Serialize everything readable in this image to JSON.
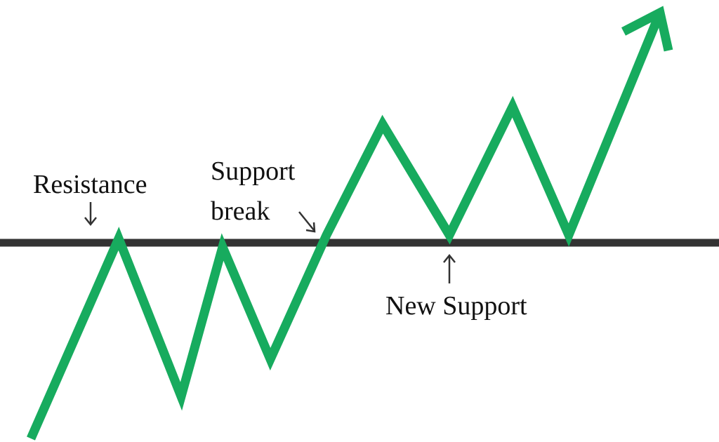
{
  "labels": {
    "resistance": "Resistance",
    "support_break_line1": "Support",
    "support_break_line2": "break",
    "new_support": "New Support"
  },
  "colors": {
    "price_line": "#17ab5e",
    "level_line": "#333333",
    "text": "#111111",
    "background": "#ffffff"
  }
}
